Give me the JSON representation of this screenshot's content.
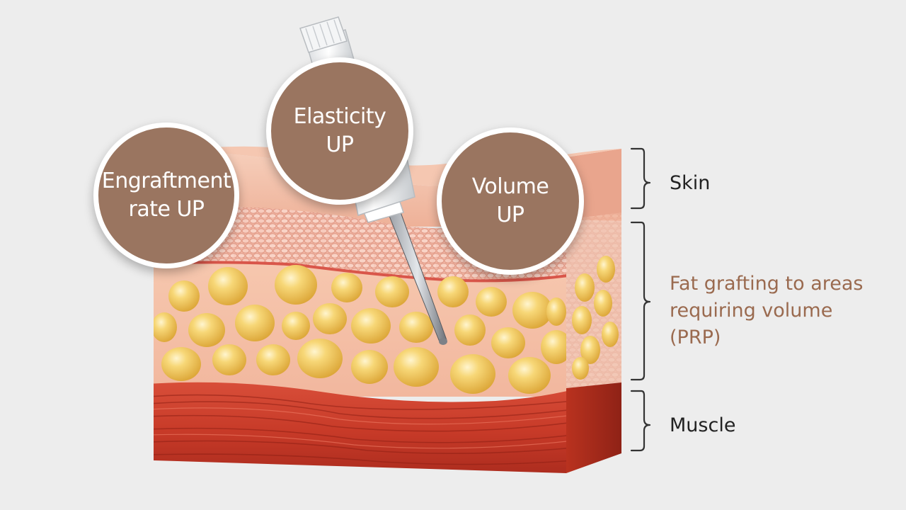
{
  "bubbles": {
    "engraftment": {
      "line1": "Engraftment",
      "line2": "rate UP"
    },
    "elasticity": {
      "line1": "Elasticity",
      "line2": "UP"
    },
    "volume": {
      "line1": "Volume",
      "line2": "UP"
    }
  },
  "layers": {
    "skin": "Skin",
    "fat": {
      "line1": "Fat grafting to areas",
      "line2": "requiring volume",
      "line3": "(PRP)"
    },
    "muscle": "Muscle"
  },
  "colors": {
    "bubble_fill": "#9a7560",
    "fat_label": "#9a6a4f",
    "label_text": "#222222",
    "skin": "#efb69a",
    "dermis": "#f1b3a1",
    "fat_globule": "#f0c65a",
    "muscle": "#c23a2a",
    "background": "#ededed"
  }
}
